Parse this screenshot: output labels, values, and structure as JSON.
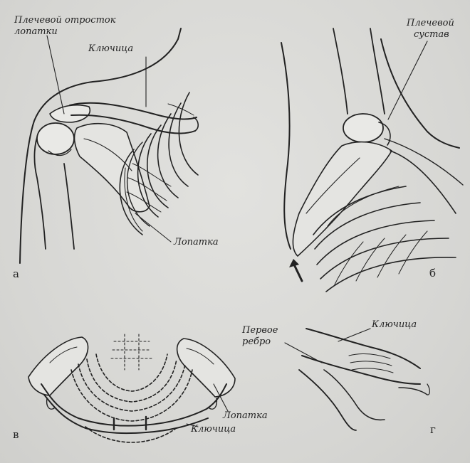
{
  "panels": {
    "a": {
      "letter": "а",
      "labels": {
        "acromion_line1": "Плечевой отросток",
        "acromion_line2": "лопатки",
        "clavicle": "Ключица",
        "scapula": "Лопатка"
      }
    },
    "b": {
      "letter": "б",
      "labels": {
        "joint_line1": "Плечевой",
        "joint_line2": "сустав"
      }
    },
    "v": {
      "letter": "в",
      "labels": {
        "scapula": "Лопатка",
        "clavicle": "Ключица"
      }
    },
    "g": {
      "letter": "г",
      "labels": {
        "rib_line1": "Первое",
        "rib_line2": "ребро",
        "clavicle": "Ключица"
      }
    }
  },
  "colors": {
    "ink": "#222222",
    "paper": "#d9d9d6",
    "bone": "#e9e9e6"
  }
}
